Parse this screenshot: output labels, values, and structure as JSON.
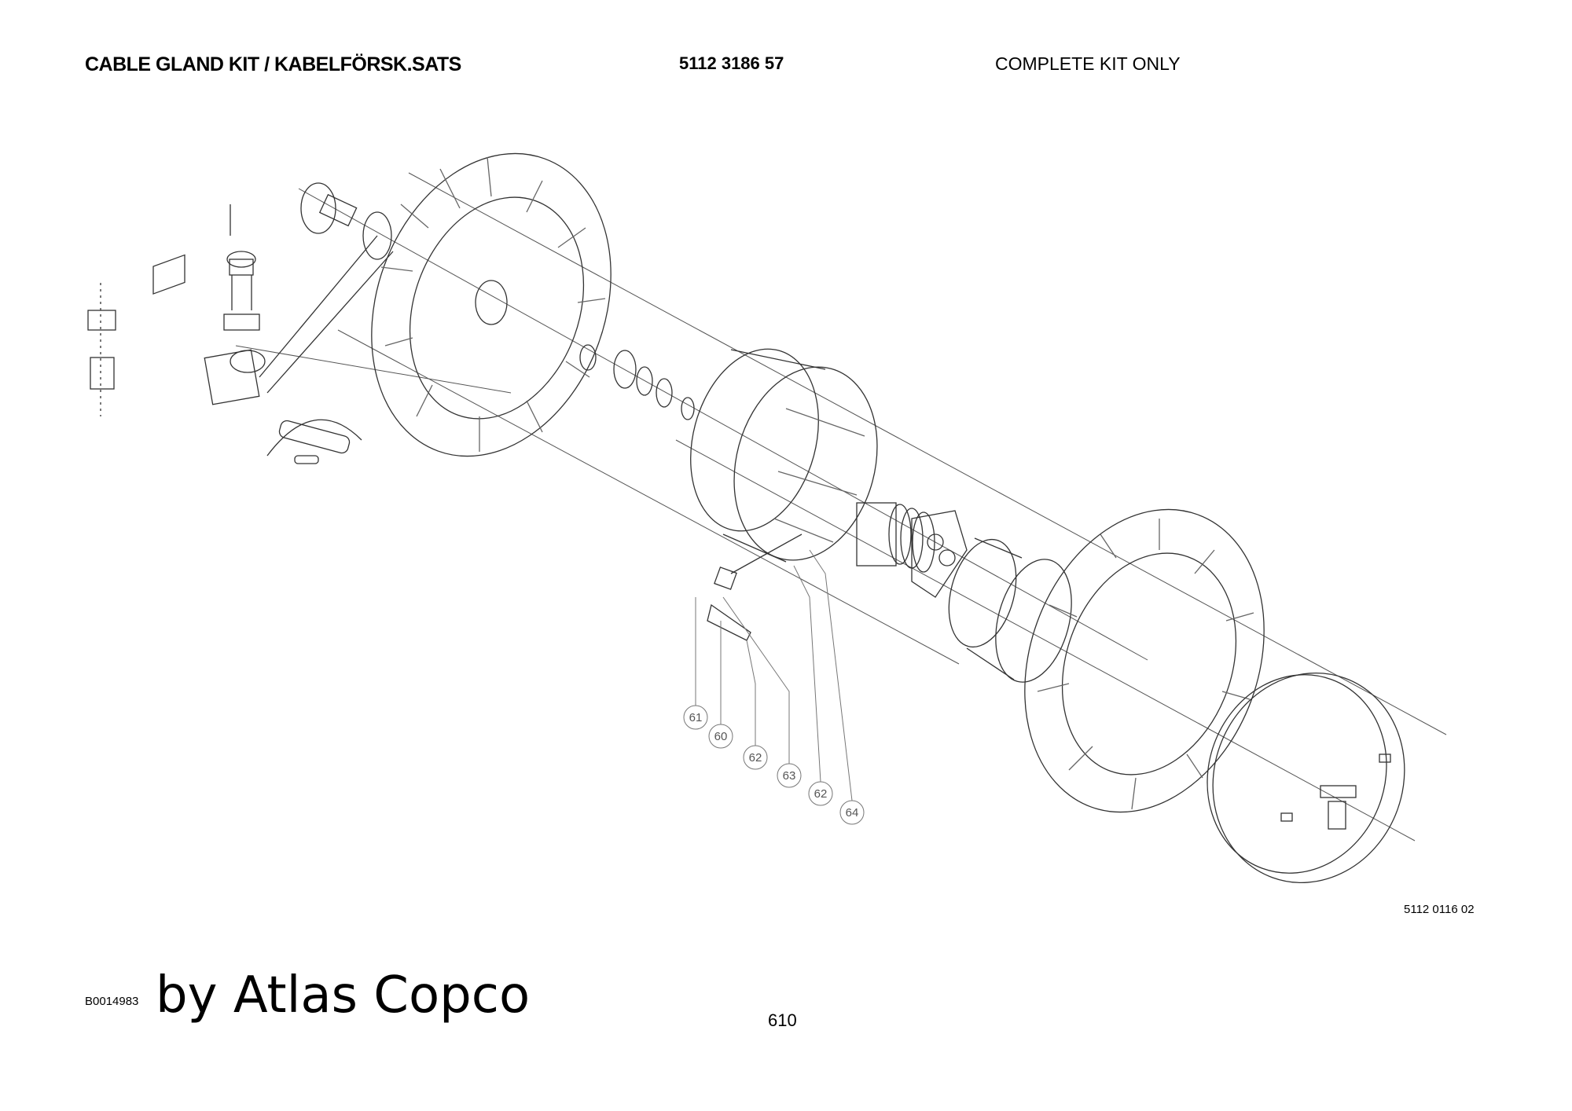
{
  "header": {
    "title": "CABLE GLAND KIT / KABELFÖRSK.SATS",
    "part_number": "5112 3186 57",
    "note": "COMPLETE KIT ONLY"
  },
  "drawing": {
    "reference": "5112 0116 02",
    "callouts": [
      "61",
      "60",
      "62",
      "63",
      "62",
      "64"
    ]
  },
  "footer": {
    "document_id": "B0014983",
    "brand": "by Atlas Copco",
    "page": "610"
  }
}
